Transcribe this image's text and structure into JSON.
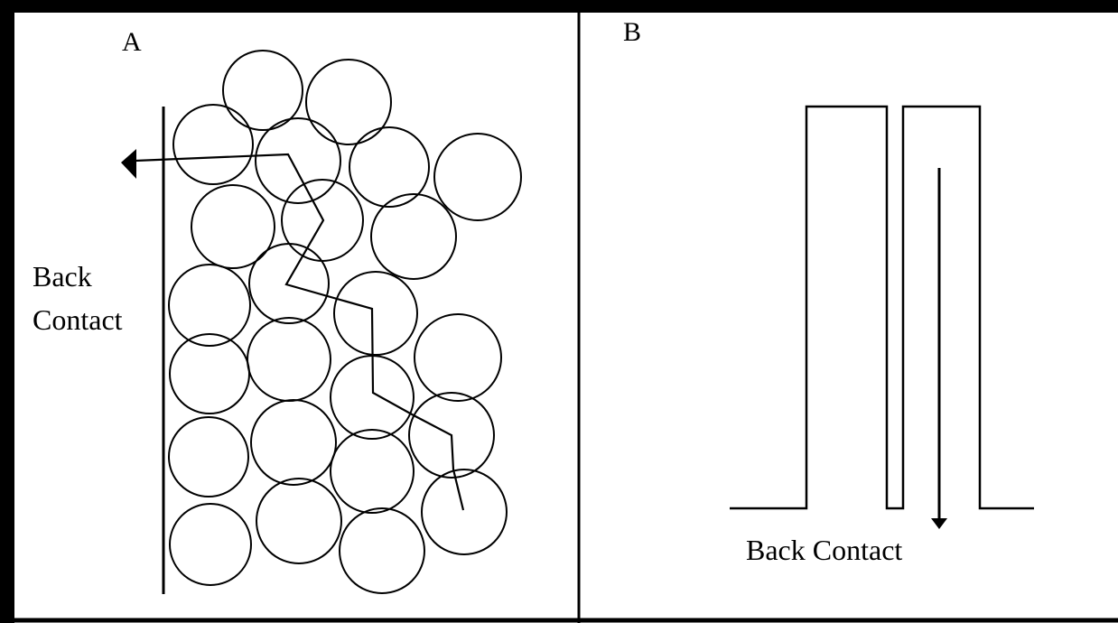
{
  "panels": [
    {
      "id": "A",
      "label": "A",
      "back_contact_label_line1": "Back",
      "back_contact_label_line2": "Contact"
    },
    {
      "id": "B",
      "label": "B",
      "back_contact_label": "Back Contact"
    }
  ],
  "colors": {
    "ink": "#000000",
    "background": "#ffffff"
  }
}
